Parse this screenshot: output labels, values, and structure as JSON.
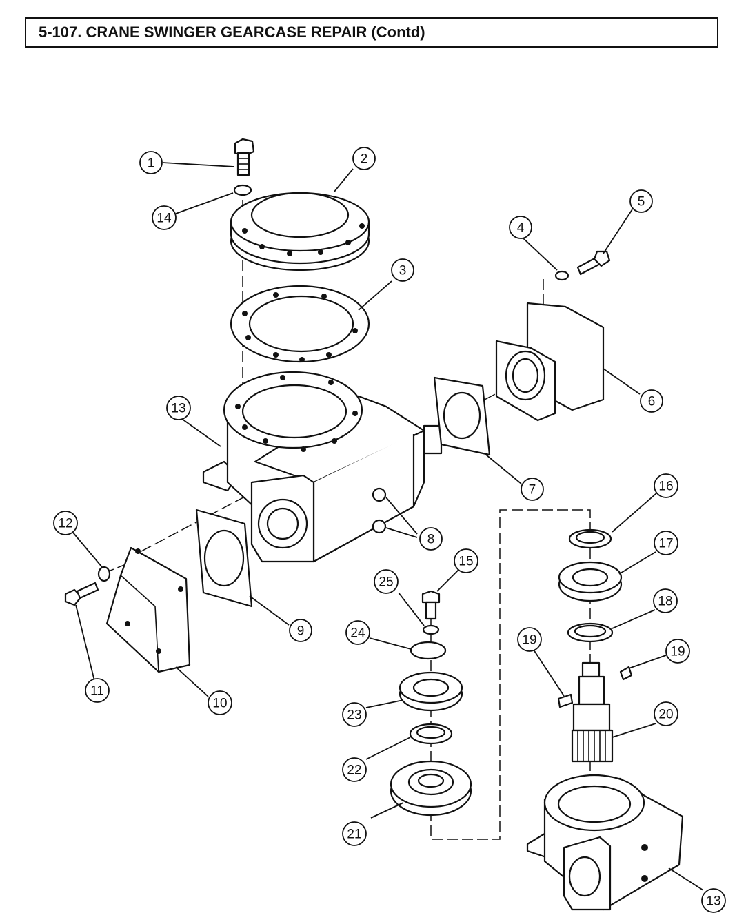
{
  "header": {
    "title": "5-107. CRANE SWINGER GEARCASE REPAIR (Contd)"
  },
  "callouts": [
    {
      "id": "c1",
      "label": "1"
    },
    {
      "id": "c2",
      "label": "2"
    },
    {
      "id": "c3",
      "label": "3"
    },
    {
      "id": "c4",
      "label": "4"
    },
    {
      "id": "c5",
      "label": "5"
    },
    {
      "id": "c6",
      "label": "6"
    },
    {
      "id": "c7",
      "label": "7"
    },
    {
      "id": "c8",
      "label": "8"
    },
    {
      "id": "c9",
      "label": "9"
    },
    {
      "id": "c10",
      "label": "10"
    },
    {
      "id": "c11",
      "label": "11"
    },
    {
      "id": "c12",
      "label": "12"
    },
    {
      "id": "c13a",
      "label": "13"
    },
    {
      "id": "c13b",
      "label": "13"
    },
    {
      "id": "c14",
      "label": "14"
    },
    {
      "id": "c15",
      "label": "15"
    },
    {
      "id": "c16",
      "label": "16"
    },
    {
      "id": "c17",
      "label": "17"
    },
    {
      "id": "c18",
      "label": "18"
    },
    {
      "id": "c19a",
      "label": "19"
    },
    {
      "id": "c19b",
      "label": "19"
    },
    {
      "id": "c20",
      "label": "20"
    },
    {
      "id": "c21",
      "label": "21"
    },
    {
      "id": "c22",
      "label": "22"
    },
    {
      "id": "c23",
      "label": "23"
    },
    {
      "id": "c24",
      "label": "24"
    },
    {
      "id": "c25",
      "label": "25"
    }
  ]
}
